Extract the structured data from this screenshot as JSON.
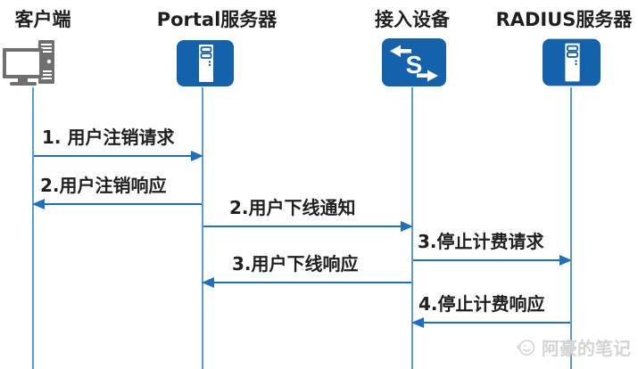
{
  "diagram": {
    "type": "sequence",
    "actors": [
      {
        "label": "客户端",
        "icon": "desktop-computer-icon"
      },
      {
        "label": "Portal服务器",
        "icon": "server-icon"
      },
      {
        "label": "接入设备",
        "icon": "switch-icon",
        "icon_letter": "S"
      },
      {
        "label": "RADIUS服务器",
        "icon": "server-icon"
      }
    ],
    "messages": [
      {
        "label": "1. 用户注销请求",
        "from": "客户端",
        "to": "Portal服务器",
        "direction": "right"
      },
      {
        "label": "2.用户注销响应",
        "from": "Portal服务器",
        "to": "客户端",
        "direction": "left"
      },
      {
        "label": "2.用户下线通知",
        "from": "Portal服务器",
        "to": "接入设备",
        "direction": "right"
      },
      {
        "label": "3.停止计费请求",
        "from": "接入设备",
        "to": "RADIUS服务器",
        "direction": "right"
      },
      {
        "label": "3.用户下线响应",
        "from": "接入设备",
        "to": "Portal服务器",
        "direction": "left"
      },
      {
        "label": "4.停止计费响应",
        "from": "RADIUS服务器",
        "to": "接入设备",
        "direction": "left"
      }
    ]
  },
  "watermark": {
    "text": "阿豪的笔记",
    "icon": "whale-logo-icon"
  },
  "colors": {
    "icon_blue": "#1362ab",
    "arrow_blue": "#1d6fc0",
    "lifeline_blue": "#5b9bd5",
    "text_dark": "#1f1f1f",
    "computer_gray": "#6f6f6f",
    "watermark_gray": "#d4d4d4"
  }
}
